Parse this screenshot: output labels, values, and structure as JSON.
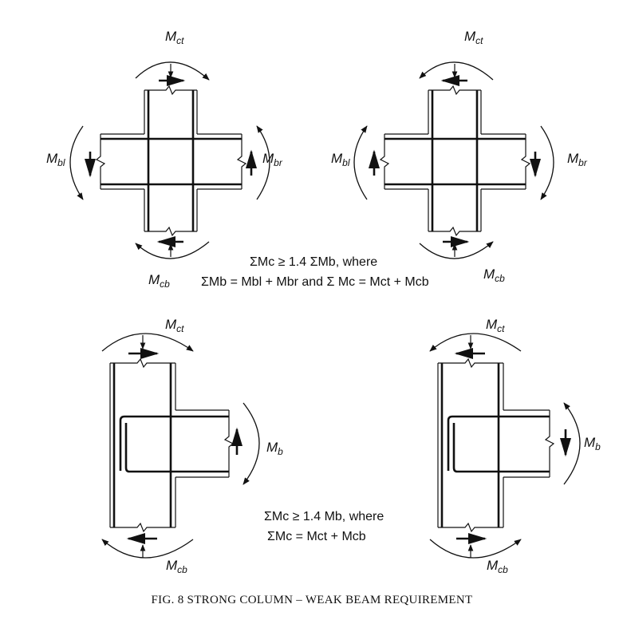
{
  "caption": {
    "prefix": "F",
    "rest": "IG. 8 STRONG COLUMN – WEAK BEAM REQUIREMENT",
    "full": "FIG. 8 STRONG COLUMN – WEAK BEAM REQUIREMENT"
  },
  "top_equation": {
    "line1": "ΣMc ≥ 1.4 ΣMb, where",
    "line2": "ΣMb = Mbl + Mbr and Σ Mc = Mct + Mcb"
  },
  "bottom_equation": {
    "line1": "ΣMc ≥ 1.4 Mb, where",
    "line2": "ΣMc = Mct + Mcb"
  },
  "labels": {
    "M": "M",
    "ct": "ct",
    "cb": "cb",
    "bl": "bl",
    "br": "br",
    "b": "b",
    "c": "c"
  },
  "joints": [
    {
      "name": "interior-joint-clockwise-beams",
      "type": "cross"
    },
    {
      "name": "interior-joint-counterclockwise-beams",
      "type": "cross"
    },
    {
      "name": "exterior-joint-beam-up",
      "type": "tee"
    },
    {
      "name": "exterior-joint-beam-down",
      "type": "tee"
    }
  ],
  "colors": {
    "ink": "#111111",
    "background": "#ffffff"
  }
}
